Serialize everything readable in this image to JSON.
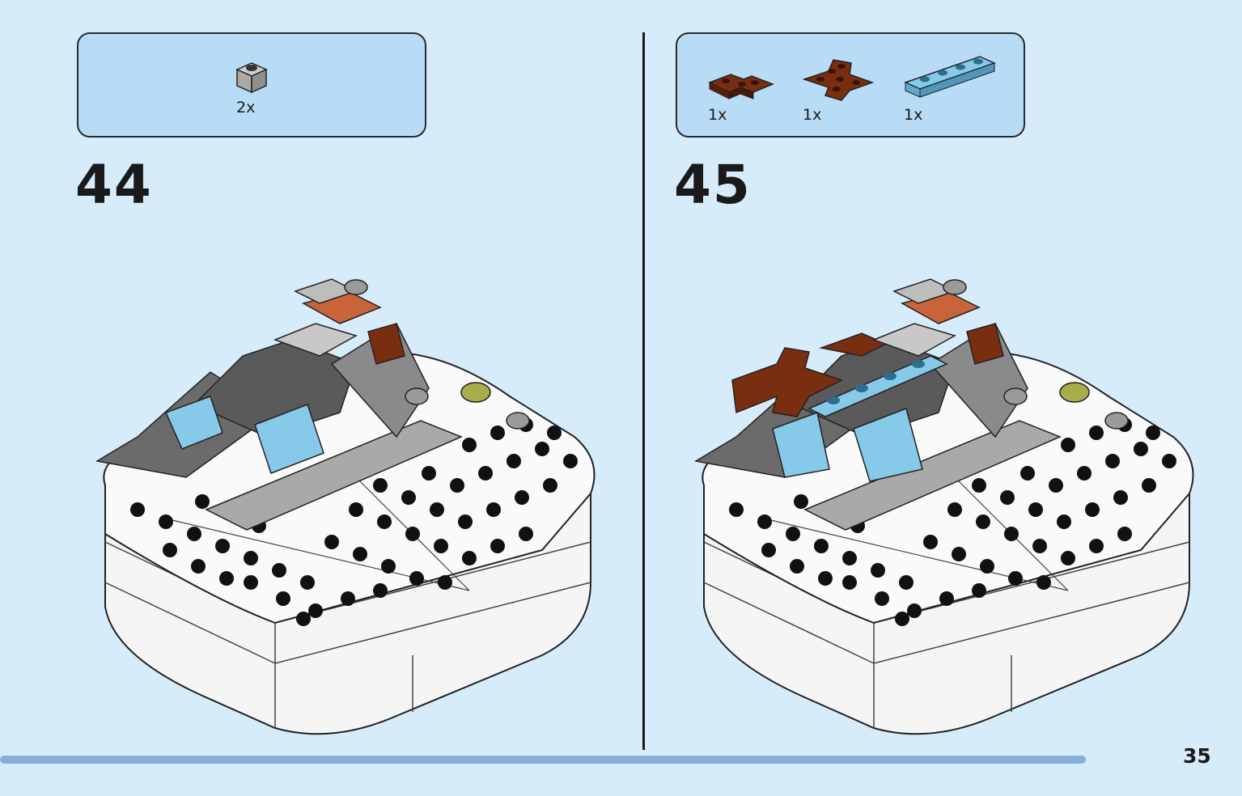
{
  "page": {
    "number": "35",
    "progress_fraction": 0.935
  },
  "steps": [
    {
      "number": "44",
      "parts": [
        {
          "qty": "2x",
          "icon": "light-gray-1x1-brick-icon",
          "color": "#a9a9a9"
        }
      ]
    },
    {
      "number": "45",
      "parts": [
        {
          "qty": "1x",
          "icon": "brown-corner-plate-icon",
          "color": "#7a2e10"
        },
        {
          "qty": "1x",
          "icon": "brown-cross-plate-icon",
          "color": "#7a2e10"
        },
        {
          "qty": "1x",
          "icon": "light-blue-1x4-plate-icon",
          "color": "#86c9e9"
        }
      ]
    }
  ],
  "colors": {
    "background": "#d7ecfb",
    "parts_box": "#b8dcf6",
    "progress": "#88aedb",
    "white_brick": "#f5f5f5",
    "light_gray": "#a9a9a9",
    "dark_gray": "#6b6b6b",
    "brown": "#7a2e10",
    "orange_brown": "#c8643a",
    "light_blue": "#86c9e9",
    "olive": "#a8ad4a"
  }
}
